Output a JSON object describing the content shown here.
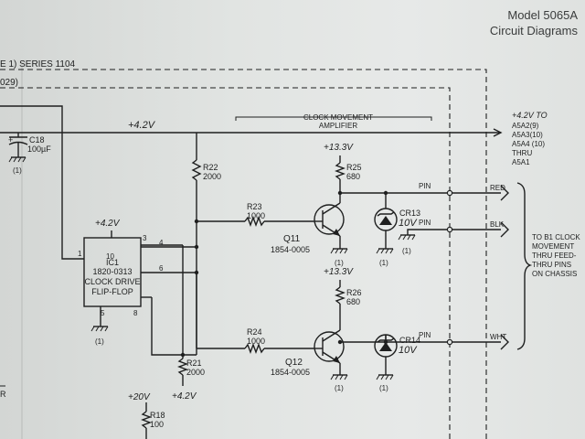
{
  "header": {
    "model": "Model 5065A",
    "subtitle": "Circuit Diagrams"
  },
  "assembly_label": "E 1) SERIES 1104",
  "assembly_ref": "029)",
  "clock_amp_label_1": "CLOCK MOVEMENT",
  "clock_amp_label_2": "AMPLIFIER",
  "supplies": {
    "top_bus": "+4.2V",
    "q11_supply": "+13.3V",
    "q12_supply": "+13.3V",
    "ic_supply": "+4.2V",
    "v20": "+20V",
    "v42_bottom": "+4.2V"
  },
  "destination": {
    "line1": "+4.2V TO",
    "line2": "A5A2(9)",
    "line3": "A5A3(10)",
    "line4": "A5A4 (10)",
    "line5": "THRU",
    "line6": "A5A1"
  },
  "c18": {
    "ref": "C18",
    "value": "100µF",
    "ground": "(1)"
  },
  "r22": {
    "ref": "R22",
    "value": "2000"
  },
  "r21": {
    "ref": "R21",
    "value": "2000"
  },
  "r23": {
    "ref": "R23",
    "value": "1000"
  },
  "r24": {
    "ref": "R24",
    "value": "1000"
  },
  "r25": {
    "ref": "R25",
    "value": "680"
  },
  "r26": {
    "ref": "R26",
    "value": "680"
  },
  "r18": {
    "ref": "R18",
    "value": "100"
  },
  "q11": {
    "ref": "Q11",
    "part": "1854-0005",
    "ground": "(1)"
  },
  "q12": {
    "ref": "Q12",
    "part": "1854-0005",
    "ground": "(1)"
  },
  "cr13": {
    "ref": "CR13",
    "value": "10V",
    "ground": "(1)"
  },
  "cr14": {
    "ref": "CR14",
    "value": "10V",
    "ground": "(1)"
  },
  "ic1": {
    "ref": "IC1",
    "part": "1820-0313",
    "line1": "CLOCK DRIVE",
    "line2": "FLIP-FLOP",
    "pin1": "1",
    "pin3": "3",
    "pin4": "4",
    "pin5": "5",
    "pin6": "6",
    "pin8": "8",
    "pin10": "10",
    "ground": "(1)"
  },
  "pins": [
    "PIN",
    "PIN",
    "PIN"
  ],
  "wire_colors": {
    "red": "RED",
    "blk": "BLK",
    "wht": "WHT"
  },
  "blk_ground": "(1)",
  "note": {
    "line1": "TO B1 CLOCK",
    "line2": "MOVEMENT",
    "line3": "THRU FEED-",
    "line4": "THRU PINS",
    "line5": "ON CHASSIS"
  },
  "left_cut_label": "R"
}
